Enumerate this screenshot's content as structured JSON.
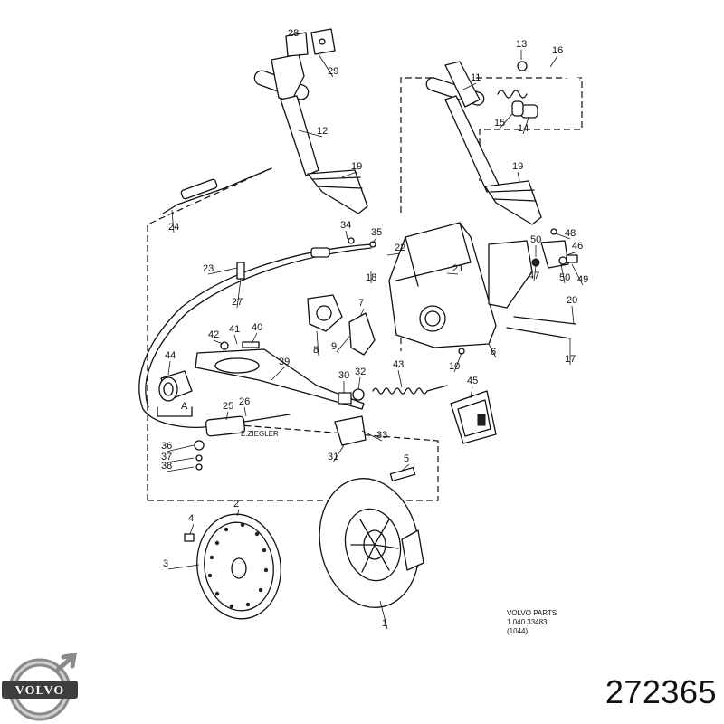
{
  "diagram": {
    "labels": [
      {
        "id": "28",
        "text": "28"
      },
      {
        "id": "29",
        "text": "29"
      },
      {
        "id": "12",
        "text": "12"
      },
      {
        "id": "19a",
        "text": "19"
      },
      {
        "id": "24",
        "text": "24"
      },
      {
        "id": "34",
        "text": "34"
      },
      {
        "id": "35",
        "text": "35"
      },
      {
        "id": "22",
        "text": "22"
      },
      {
        "id": "23",
        "text": "23"
      },
      {
        "id": "27",
        "text": "27"
      },
      {
        "id": "18",
        "text": "18"
      },
      {
        "id": "21",
        "text": "21"
      },
      {
        "id": "7",
        "text": "7"
      },
      {
        "id": "8",
        "text": "8"
      },
      {
        "id": "9",
        "text": "9"
      },
      {
        "id": "42",
        "text": "42"
      },
      {
        "id": "41",
        "text": "41"
      },
      {
        "id": "40",
        "text": "40"
      },
      {
        "id": "44",
        "text": "44"
      },
      {
        "id": "39",
        "text": "39"
      },
      {
        "id": "A",
        "text": "A"
      },
      {
        "id": "25",
        "text": "25"
      },
      {
        "id": "26",
        "text": "26"
      },
      {
        "id": "30",
        "text": "30"
      },
      {
        "id": "32",
        "text": "32"
      },
      {
        "id": "43",
        "text": "43"
      },
      {
        "id": "45",
        "text": "45"
      },
      {
        "id": "10",
        "text": "10"
      },
      {
        "id": "6",
        "text": "6"
      },
      {
        "id": "17",
        "text": "17"
      },
      {
        "id": "20",
        "text": "20"
      },
      {
        "id": "13",
        "text": "13"
      },
      {
        "id": "16",
        "text": "16"
      },
      {
        "id": "11",
        "text": "11"
      },
      {
        "id": "15",
        "text": "15"
      },
      {
        "id": "14",
        "text": "14"
      },
      {
        "id": "19b",
        "text": "19"
      },
      {
        "id": "48",
        "text": "48"
      },
      {
        "id": "50a",
        "text": "50"
      },
      {
        "id": "46",
        "text": "46"
      },
      {
        "id": "47",
        "text": "47"
      },
      {
        "id": "50b",
        "text": "50"
      },
      {
        "id": "49",
        "text": "49"
      },
      {
        "id": "36",
        "text": "36"
      },
      {
        "id": "37",
        "text": "37"
      },
      {
        "id": "38",
        "text": "38"
      },
      {
        "id": "33",
        "text": "33"
      },
      {
        "id": "31",
        "text": "31"
      },
      {
        "id": "5",
        "text": "5"
      },
      {
        "id": "2",
        "text": "2"
      },
      {
        "id": "4",
        "text": "4"
      },
      {
        "id": "3",
        "text": "3"
      },
      {
        "id": "1",
        "text": "1"
      }
    ],
    "engraving": "E.ZIEGLER",
    "stamp": {
      "line1": "VOLVO PARTS",
      "line2": "1 040  33483",
      "line3": "(1044)"
    }
  },
  "brand": {
    "logo_text": "VOLVO",
    "logo_color": "#3d3d3d"
  },
  "part_number": "272365"
}
